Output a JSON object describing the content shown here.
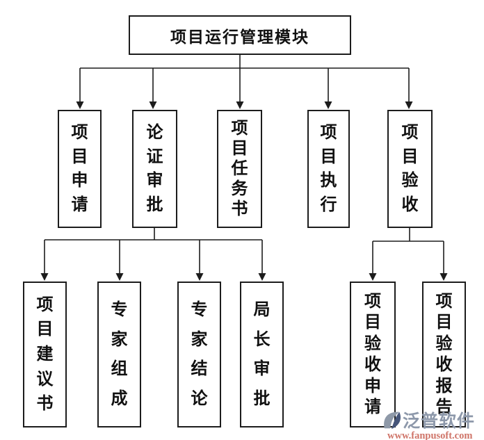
{
  "diagram": {
    "title_node": {
      "label": "项目运行管理模块"
    },
    "level1_nodes": [
      {
        "id": "project-application",
        "label": "项目申请"
      },
      {
        "id": "demonstration-approval",
        "label": "论证审批"
      },
      {
        "id": "project-task-book",
        "label": "项目任务书"
      },
      {
        "id": "project-execution",
        "label": "项目执行"
      },
      {
        "id": "project-acceptance",
        "label": "项目验收"
      }
    ],
    "level2_nodes_left": [
      {
        "id": "project-proposal",
        "label": "项目建议书"
      },
      {
        "id": "expert-composition",
        "label": "专家组成"
      },
      {
        "id": "expert-conclusion",
        "label": "专家结论"
      },
      {
        "id": "director-approval",
        "label": "局长审批"
      }
    ],
    "level2_nodes_right": [
      {
        "id": "acceptance-application",
        "label": "项目验收申请"
      },
      {
        "id": "acceptance-report",
        "label": "项目验收报告"
      }
    ]
  },
  "watermark": {
    "logo_icon": "fanpu-logo",
    "brand": "泛普软件",
    "url": "www.fanpusoft.com",
    "brand_color": "#8d98aa",
    "url_color": "#cf7468",
    "logo_colors": {
      "gray": "#8e99a8",
      "navy": "#46567a"
    }
  },
  "colors": {
    "line": "#1c1c1c",
    "box_border": "#1c1c1c",
    "background": "#ffffff"
  }
}
